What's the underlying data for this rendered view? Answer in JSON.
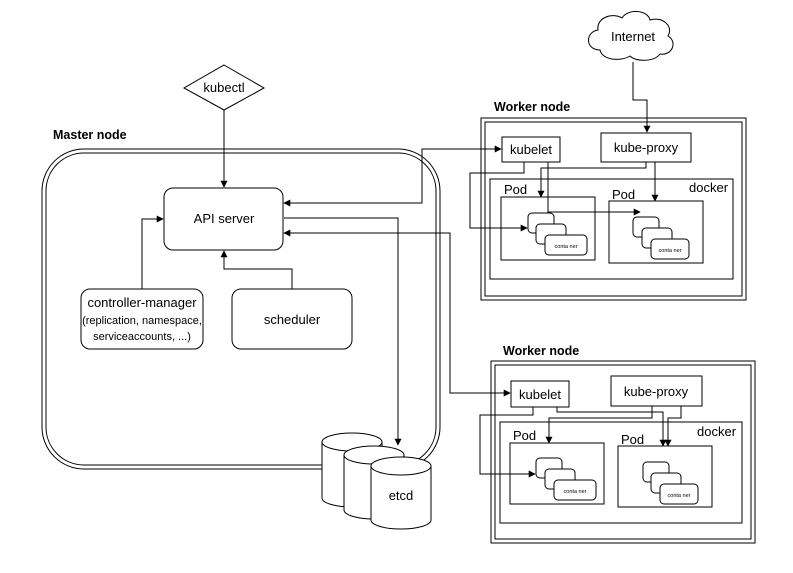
{
  "internet": "Internet",
  "kubectl": "kubectl",
  "master": {
    "title": "Master node",
    "api_server": "API server",
    "controller_manager": {
      "line1": "controller-manager",
      "line2": "(replication, namespace,",
      "line3": "serviceaccounts, ...)"
    },
    "scheduler": "scheduler",
    "etcd": "etcd"
  },
  "workers": [
    {
      "title": "Worker node",
      "kubelet": "kubelet",
      "kube_proxy": "kube-proxy",
      "docker": "docker",
      "pods": [
        {
          "label": "Pod",
          "container": "conta ner"
        },
        {
          "label": "Pod",
          "container": "conta ner"
        }
      ]
    },
    {
      "title": "Worker node",
      "kubelet": "kubelet",
      "kube_proxy": "kube-proxy",
      "docker": "docker",
      "pods": [
        {
          "label": "Pod",
          "container": "conta ner"
        },
        {
          "label": "Pod",
          "container": "conta ner"
        }
      ]
    }
  ]
}
